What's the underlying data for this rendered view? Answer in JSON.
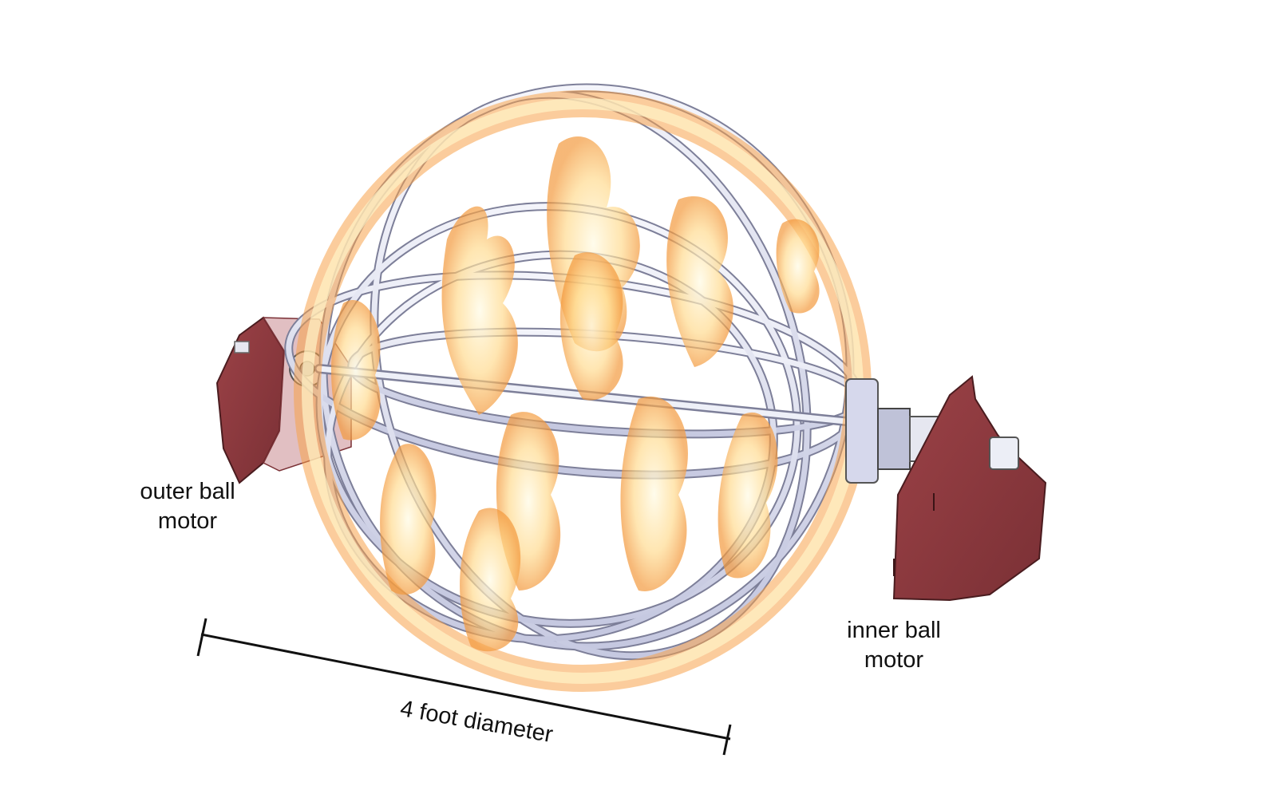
{
  "labels": {
    "outer_motor": {
      "line1": "outer ball",
      "line2": "motor"
    },
    "inner_motor": {
      "line1": "inner ball",
      "line2": "motor"
    },
    "diameter": "4 foot diameter"
  },
  "colors": {
    "background": "#ffffff",
    "motor_plate": "#8b3a3f",
    "motor_plate_edge": "#4a1c1f",
    "frame_tube": "#d6d8ec",
    "frame_tube_edge": "#7d7f99",
    "flame_outer": "#f7a24a",
    "flame_inner": "#fff4c8",
    "dimension_line": "#111111",
    "text": "#111111"
  },
  "icons": {
    "outer_motor": "outer-motor-mount",
    "inner_motor": "inner-motor-mount",
    "sphere": "wire-sphere-frame",
    "flames": "flame-overlay",
    "dimension": "dimension-line"
  }
}
